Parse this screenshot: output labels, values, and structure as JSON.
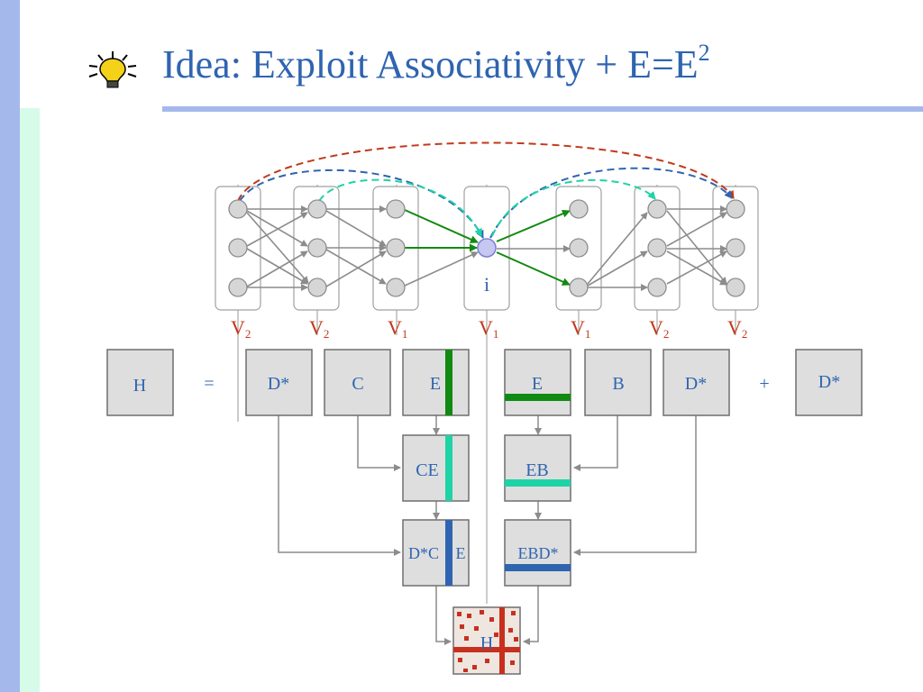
{
  "slide": {
    "title_main": "Idea: Exploit Associativity + E=E",
    "title_sup": "2",
    "bulb_icon": "lightbulb-icon"
  },
  "layers": {
    "labels": [
      {
        "base": "V",
        "sub": "2"
      },
      {
        "base": "V",
        "sub": "2"
      },
      {
        "base": "V",
        "sub": "1"
      },
      {
        "base": "V",
        "sub": "1"
      },
      {
        "base": "V",
        "sub": "1"
      },
      {
        "base": "V",
        "sub": "2"
      },
      {
        "base": "V",
        "sub": "2"
      }
    ],
    "center_node_label": "i"
  },
  "equation": {
    "h": "H",
    "equals": "=",
    "plus": "+",
    "boxes": [
      "D*",
      "C",
      "E",
      "E",
      "B",
      "D*"
    ],
    "d_star_right": "D*"
  },
  "products": {
    "ce": "CE",
    "eb": "EB",
    "dce": "D*C",
    "dce_e": "E",
    "ebd": "EBD*",
    "result": "H"
  },
  "colors": {
    "title": "#2f64b0",
    "label_red": "#c0391b",
    "green": "#118a11",
    "teal": "#1ed3a6",
    "blue_band": "#2f64b0",
    "red_band": "#c8301e",
    "box_fill": "#dedede",
    "box_border": "#6e6e6e",
    "arrow_gray": "#8c8c8c"
  }
}
